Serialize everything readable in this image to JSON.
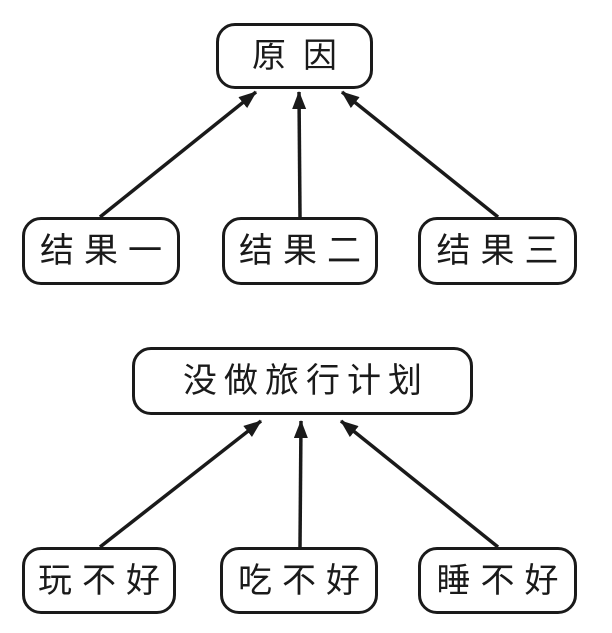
{
  "colors": {
    "ink": "#1a1a1a",
    "paper": "#ffffff"
  },
  "top_diagram": {
    "root": {
      "label": "原因"
    },
    "children": [
      {
        "label": "结果一"
      },
      {
        "label": "结果二"
      },
      {
        "label": "结果三"
      }
    ]
  },
  "bottom_diagram": {
    "root": {
      "label": "没做旅行计划"
    },
    "children": [
      {
        "label": "玩不好"
      },
      {
        "label": "吃不好"
      },
      {
        "label": "睡不好"
      }
    ]
  }
}
